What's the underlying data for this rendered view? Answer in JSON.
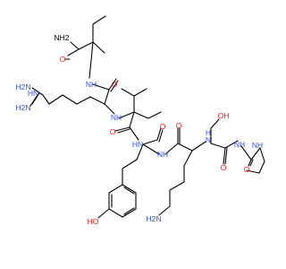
{
  "molecule": {
    "colors": {
      "bond": "#000000",
      "oxygen": "#ff0d0d",
      "nitrogen": "#3050f8",
      "background": "#ffffff"
    },
    "atom_labels": {
      "amide_nh2_top": "NH2",
      "amide_o_top": "O",
      "ile_nh": "NH",
      "arg_co_o": "O",
      "arg_guan_hn": "HN",
      "arg_guan_nh2a": "H2N",
      "arg_guan_nh2b": "H2N",
      "arg_nh": "NH",
      "val_o": "O",
      "val_nh": "HN",
      "tyr_o": "O",
      "tyr_nh": "NH",
      "lys_o": "O",
      "lys_nh": "N",
      "lys_nh_h": "H",
      "ser_oh": "OH",
      "ser_o": "O",
      "ser_nh": "NH",
      "pro_o": "O",
      "pro_n": "NH",
      "tyr_oh": "HO",
      "lys_nh2": "H2N"
    }
  }
}
